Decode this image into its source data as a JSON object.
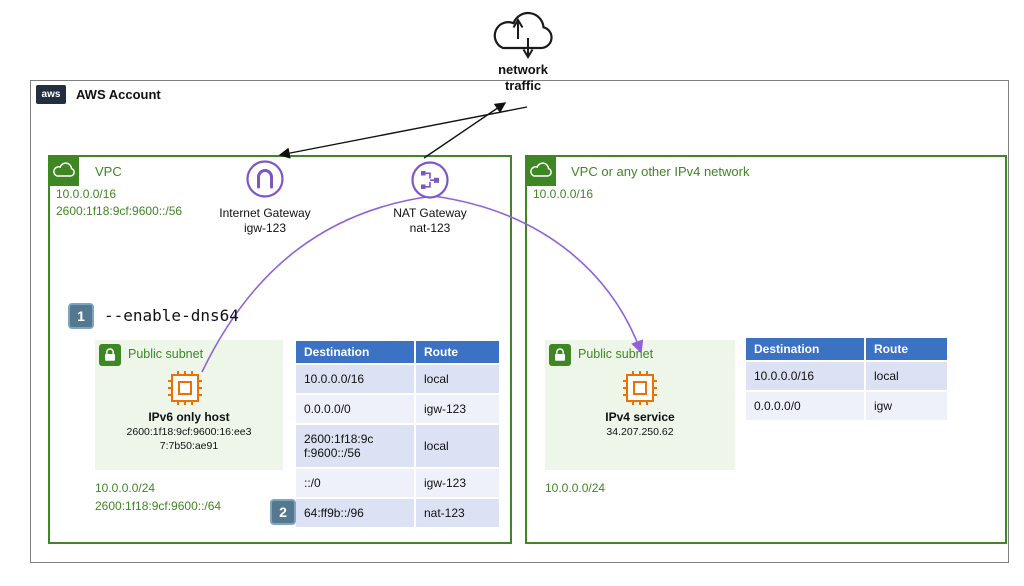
{
  "colors": {
    "vpc_green": "#3f8624",
    "subnet_fill": "#edf6e8",
    "table_header_blue": "#3b72c4",
    "row_dark": "#dce2f3",
    "row_light": "#eef1fa",
    "gateway_purple": "#7d55c7",
    "arrow_purple": "#9061d9",
    "instance_orange": "#ed7100",
    "badge_blue": "#54788f",
    "aws_dark": "#232f3e"
  },
  "header": {
    "aws_logo": "aws",
    "account_title": "AWS Account"
  },
  "top": {
    "network_traffic_label": "network\ntraffic"
  },
  "left_vpc": {
    "title": "VPC",
    "ipv4_cidr": "10.0.0.0/16",
    "ipv6_cidr": "2600:1f18:9cf:9600::/56",
    "internet_gateway": {
      "label": "Internet Gateway",
      "id": "igw-123"
    },
    "nat_gateway": {
      "label": "NAT Gateway",
      "id": "nat-123"
    },
    "step1_badge": "1",
    "dns64_flag": "--enable-dns64",
    "subnet": {
      "title": "Public subnet",
      "host_name": "IPv6 only host",
      "host_ipv6": "2600:1f18:9cf:9600:16:ee3\n7:7b50:ae91",
      "ipv4_cidr": "10.0.0.0/24",
      "ipv6_cidr": "2600:1f18:9cf:9600::/64"
    },
    "route_table": {
      "headers": [
        "Destination",
        "Route"
      ],
      "rows": [
        [
          "10.0.0.0/16",
          "local"
        ],
        [
          "0.0.0.0/0",
          "igw-123"
        ],
        [
          "2600:1f18:9c\nf:9600::/56",
          "local"
        ],
        [
          "::/0",
          "igw-123"
        ],
        [
          "64:ff9b::/96",
          "nat-123"
        ]
      ]
    },
    "step2_badge": "2"
  },
  "right_vpc": {
    "title": "VPC or any other IPv4 network",
    "ipv4_cidr": "10.0.0.0/16",
    "subnet": {
      "title": "Public subnet",
      "host_name": "IPv4 service",
      "host_ip": "34.207.250.62",
      "ipv4_cidr": "10.0.0.0/24"
    },
    "route_table": {
      "headers": [
        "Destination",
        "Route"
      ],
      "rows": [
        [
          "10.0.0.0/16",
          "local"
        ],
        [
          "0.0.0.0/0",
          "igw"
        ]
      ]
    }
  }
}
